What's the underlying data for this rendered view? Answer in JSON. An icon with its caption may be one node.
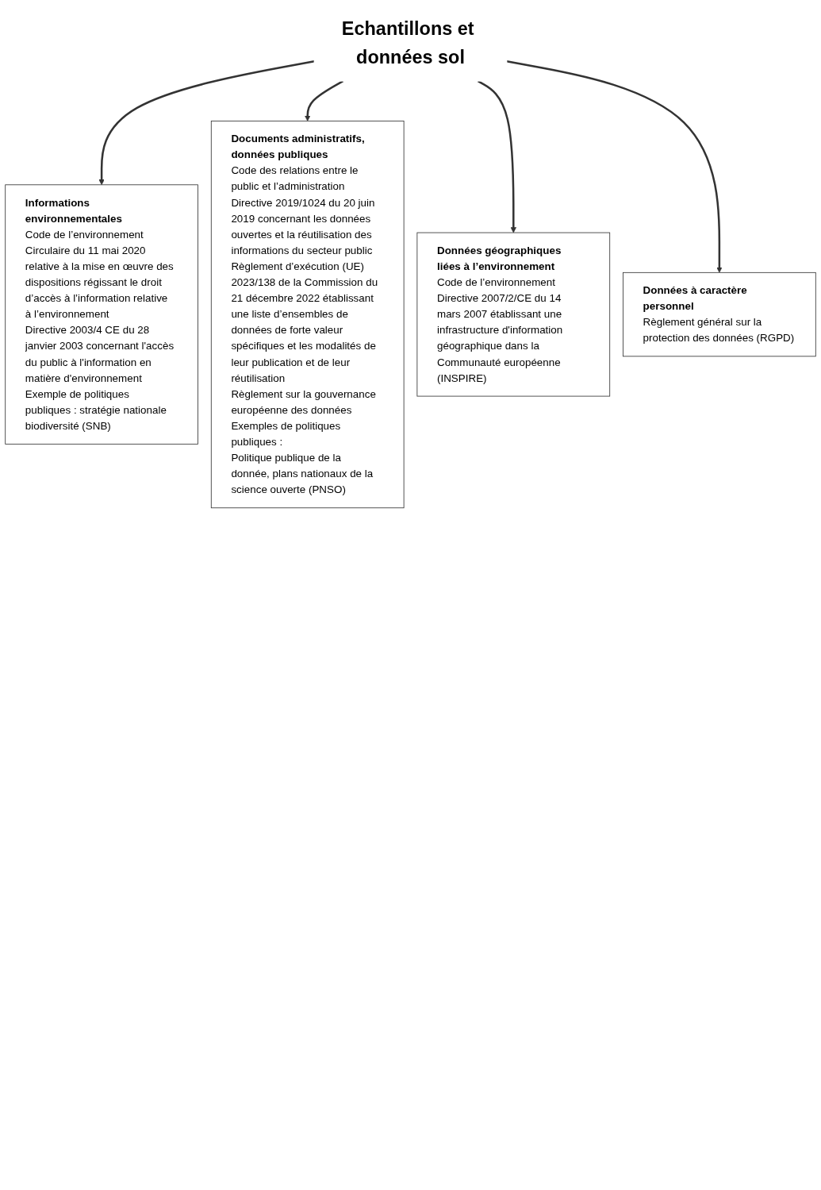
{
  "diagram": {
    "nodes": [
      {
        "text": [
          "Informations environnementales",
          "Code de l’environnement",
          "Circulaire du 11 mai 2020 relative à la mise en œuvre des dispositions régissant le droit d’accès à l’information relative à l’environnement",
          "Directive 2003/4 CE du 28 janvier 2003 concernant l'accès du public à l'information en matière d'environnement",
          "Exemple de politiques publiques : stratégie nationale biodiversité (SNB)"
        ]
      },
      {
        "text": [
          "Documents administratifs, données publiques",
          "Code des relations entre le public et l’administration",
          "Directive 2019/1024 du 20 juin 2019 concernant les données ouvertes et la réutilisation des informations du secteur public",
          "Règlement d’exécution (UE) 2023/138 de la Commission du 21 décembre 2022 établissant une liste d’ensembles de données de forte valeur spécifiques et les modalités de leur publication et de leur réutilisation",
          "Règlement sur la gouvernance européenne des données",
          "Exemples de politiques publiques :",
          "Politique publique de la donnée, plans nationaux de la science ouverte (PNSO)"
        ]
      },
      {
        "text": [
          "Echantillons et données sol"
        ]
      },
      {
        "text": [
          "Données géographiques liées à l’environnement",
          "Code de l’environnement",
          "Directive 2007/2/CE du 14 mars 2007 établissant une infrastructure d'information géographique dans la Communauté européenne (INSPIRE)"
        ]
      },
      {
        "text": [
          "Données à caractère personnel",
          "Règlement général sur la protection des données (RGPD)"
        ]
      }
    ],
    "edges": [
      {
        "from": 2,
        "to": 0,
        "arrow": "to"
      },
      {
        "from": 2,
        "to": 1,
        "arrow": "to"
      },
      {
        "from": 2,
        "to": 3,
        "arrow": "to"
      },
      {
        "from": 2,
        "to": 4,
        "arrow": "to"
      }
    ]
  }
}
